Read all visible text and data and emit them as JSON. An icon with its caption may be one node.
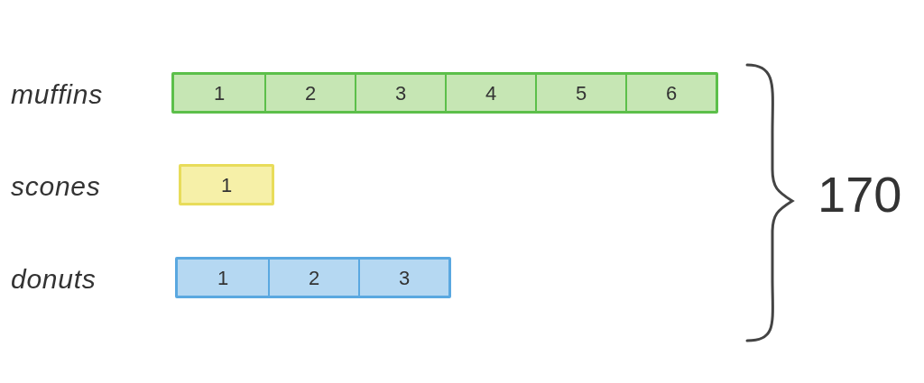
{
  "diagram": {
    "nodes": [
      {
        "text": [],
        "shape": "bar",
        "beside": [
          "muffins"
        ]
      },
      {
        "text": [
          "1"
        ],
        "in": 0
      },
      {
        "text": [
          "2"
        ],
        "in": 0
      },
      {
        "text": [
          "3"
        ],
        "in": 0
      },
      {
        "text": [
          "4"
        ],
        "in": 0
      },
      {
        "text": [
          "5"
        ],
        "in": 0
      },
      {
        "text": [
          "6"
        ],
        "in": 0
      },
      {
        "text": [],
        "shape": "bar",
        "beside": [
          "scones"
        ]
      },
      {
        "text": [
          "1"
        ],
        "in": 7
      },
      {
        "text": [],
        "shape": "bar",
        "beside": [
          "donuts"
        ]
      },
      {
        "text": [
          "1"
        ],
        "in": 9
      },
      {
        "text": [
          "2"
        ],
        "in": 9
      },
      {
        "text": [
          "3"
        ],
        "in": 9
      }
    ],
    "labels": [
      "170"
    ]
  }
}
